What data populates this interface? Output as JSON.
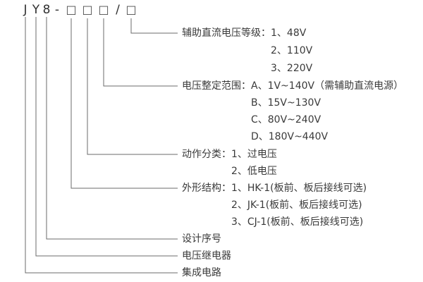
{
  "model_code": {
    "chars": [
      "J",
      "Y",
      "8",
      "-",
      "□",
      "□",
      "□",
      "/",
      "□"
    ]
  },
  "annotations": {
    "aux_dc_voltage": {
      "title": "辅助直流电压等级：1、48V",
      "item2": "2、110V",
      "item3": "3、220V"
    },
    "setting_range": {
      "title": "电压整定范围：A、1V~140V（需辅助直流电源）",
      "itemB": "B、15V~130V",
      "itemC": "C、80V~240V",
      "itemD": "D、180V~440V"
    },
    "action_class": {
      "title": "动作分类：1、过电压",
      "item2": "2、低电压"
    },
    "shape_structure": {
      "title": "外形结构：1、HK-1(板前、板后接线可选)",
      "item2": "2、JK-1(板前、板后接线可选)",
      "item3": "3、CJ-1(板前、板后接线可选)"
    },
    "design_serial": "设计序号",
    "voltage_relay": "电压继电器",
    "integrated_circuit": "集成电路"
  }
}
